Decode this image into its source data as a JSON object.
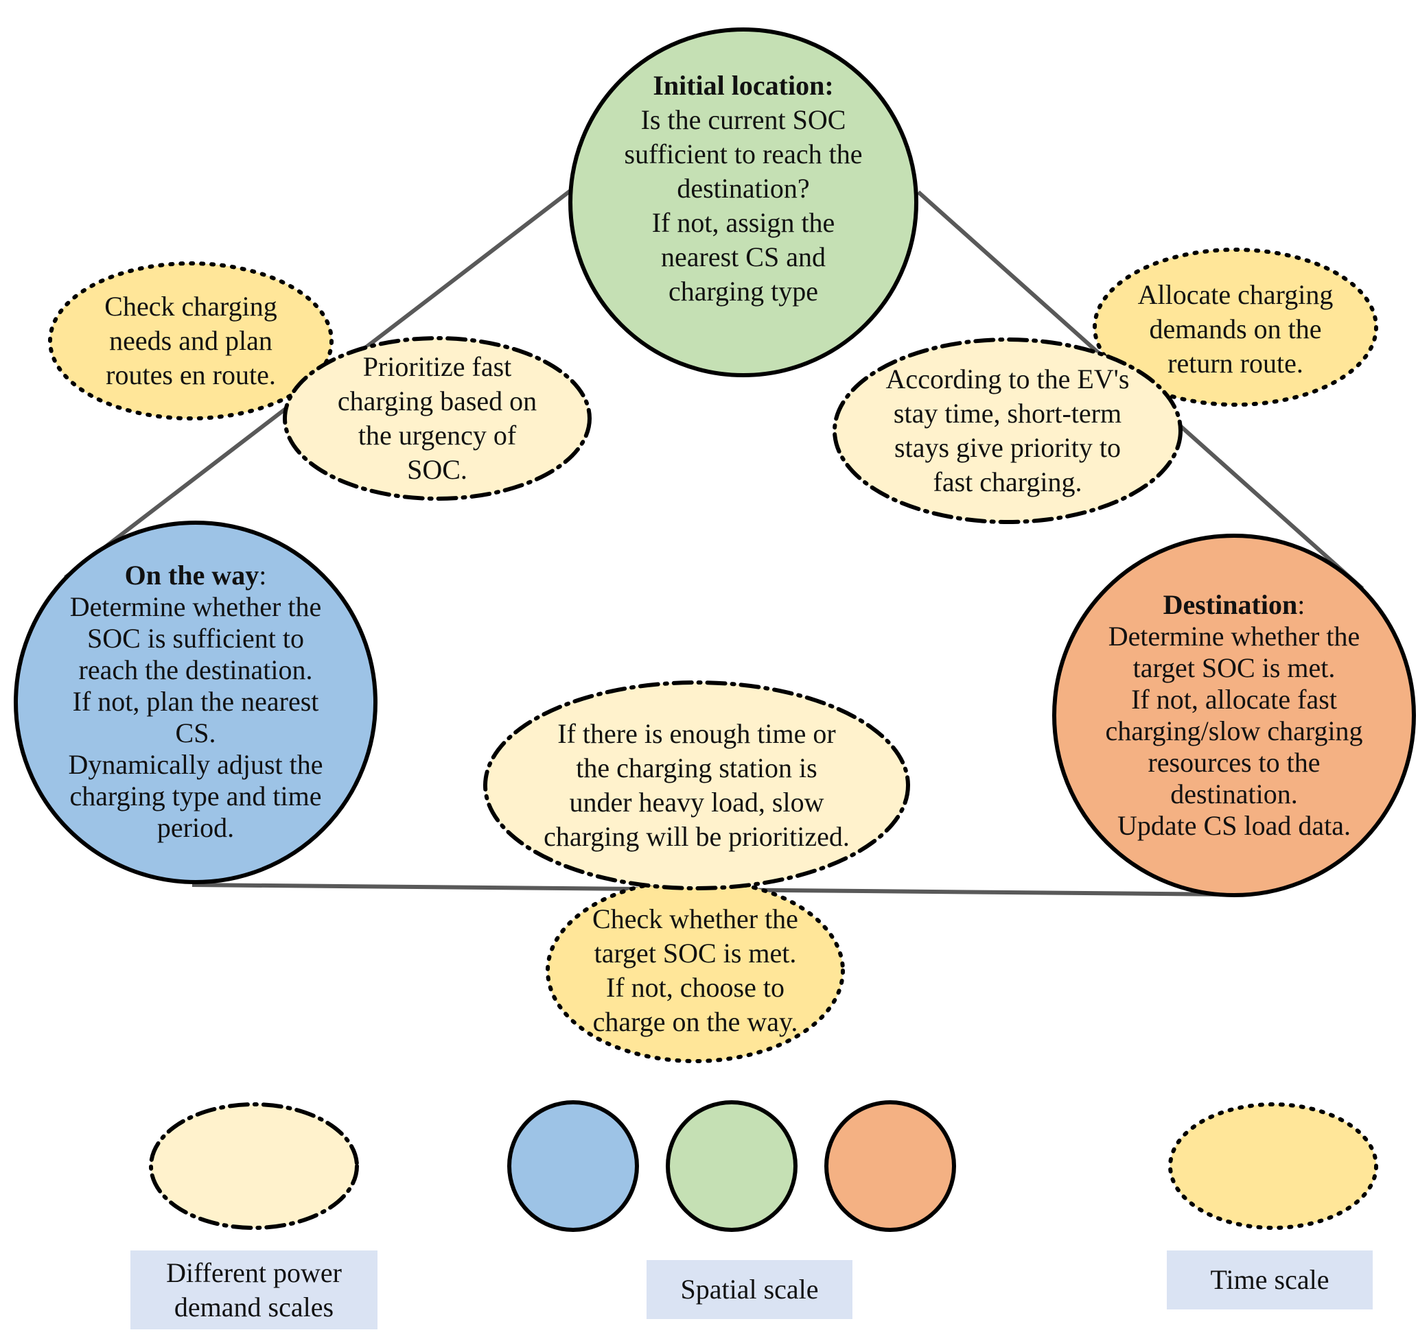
{
  "colors": {
    "spatial_blue": "#9dc3e6",
    "spatial_green": "#c5e0b4",
    "spatial_orange": "#f4b183",
    "power_light_yellow": "#fff2cc",
    "time_yellow": "#ffe699",
    "legend_box": "#dae3f3",
    "connector": "#595959"
  },
  "nodes": {
    "initial": {
      "title": "Initial location",
      "title_suffix": ":",
      "lines": [
        "Is the current SOC",
        "sufficient to reach the",
        "destination?",
        "If not, assign the",
        "nearest CS and",
        "charging type"
      ]
    },
    "on_the_way": {
      "title": "On the way",
      "title_suffix": ":",
      "lines": [
        "Determine whether the",
        "SOC is sufficient to",
        "reach the destination.",
        "If not, plan the nearest",
        "CS.",
        "Dynamically adjust the",
        "charging type and time",
        "period."
      ]
    },
    "destination": {
      "title": "Destination",
      "title_suffix": ":",
      "lines": [
        "Determine whether the",
        "target SOC is met.",
        "If not, allocate fast",
        "charging/slow charging",
        "resources to the",
        "destination.",
        "Update CS load data."
      ]
    },
    "check_charging": {
      "lines": [
        "Check charging",
        "needs and plan",
        "routes en route."
      ]
    },
    "prioritize_fast": {
      "lines": [
        "Prioritize fast",
        "charging based on",
        "the urgency of",
        "SOC."
      ]
    },
    "allocate_return": {
      "lines": [
        "Allocate charging",
        "demands on the",
        "return route."
      ]
    },
    "stay_time": {
      "lines": [
        "According to the EV's",
        "stay time, short-term",
        "stays give priority to",
        "fast charging."
      ]
    },
    "slow_priority": {
      "lines": [
        "If there is enough time or",
        "the charging station is",
        "under heavy load, slow",
        "charging will be prioritized."
      ]
    },
    "check_target": {
      "lines": [
        "Check whether the",
        "target SOC is met.",
        "If not, choose to",
        "charge on the way."
      ]
    }
  },
  "legend": {
    "power": {
      "lines": [
        "Different power",
        "demand scales"
      ]
    },
    "spatial": {
      "label": "Spatial scale"
    },
    "time": {
      "label": "Time scale"
    }
  }
}
